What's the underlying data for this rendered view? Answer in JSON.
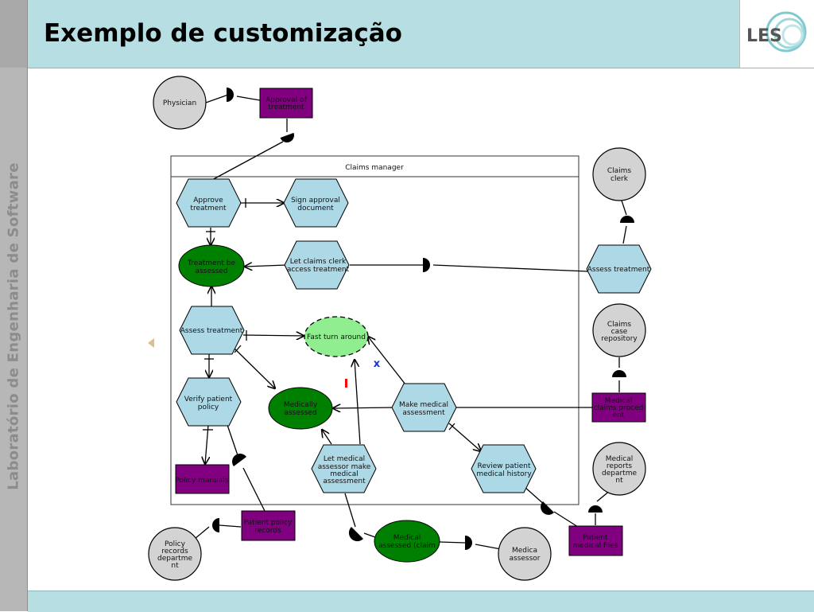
{
  "header": {
    "title": "Exemplo de customização"
  },
  "sidebar": {
    "text": "Laboratório de Engenharia de Software"
  },
  "logo": {
    "text": "LES"
  },
  "boundary": {
    "title": "Claims manager"
  },
  "nodes": {
    "physician": [
      "Physician"
    ],
    "approval_of_treatment": [
      "Approval of",
      "treatment"
    ],
    "claims_clerk": [
      "Claims",
      "clerk"
    ],
    "approve_treatment": [
      "Approve",
      "treatment"
    ],
    "sign_approval_document": [
      "Sign approval",
      "document"
    ],
    "treatment_be_assessed": [
      "Treatment be",
      "assessed"
    ],
    "let_claims_clerk_access": [
      "Let claims clerk",
      "access treatment"
    ],
    "assess_treatment_outside": [
      "Assess treatment"
    ],
    "assess_treatment_inside": [
      "Assess treatment"
    ],
    "fast_turn_around": [
      "Fast turn around"
    ],
    "claims_case_repository": [
      "Claims",
      "case",
      "repository"
    ],
    "verify_patient_policy": [
      "Verify patient",
      "policy"
    ],
    "medically_assessed": [
      "Medically",
      "assessed"
    ],
    "make_medical_assessment": [
      "Make medical",
      "assessment"
    ],
    "medical_claims_procedent": [
      "Medical",
      "claims proced",
      "ent"
    ],
    "policy_manuals": [
      "Policy manuals"
    ],
    "let_medical_assessor": [
      "Let medical",
      "assessor make",
      "medical",
      "assessment"
    ],
    "review_patient_history": [
      "Review patient",
      "medical history"
    ],
    "medical_reports_department": [
      "Medical",
      "reports",
      "departme",
      "nt"
    ],
    "patient_policy_records": [
      "Patient policy",
      "records"
    ],
    "policy_records_department": [
      "Policy",
      "records",
      "departme",
      "nt"
    ],
    "medical_assessed_claim": [
      "Medical",
      "assessed (claim"
    ],
    "medica_assessor": [
      "Medica",
      "assessor"
    ],
    "patient_medical_files": [
      "Patient",
      "medical files"
    ]
  },
  "annotations": {
    "hurt": "-",
    "break": "x"
  },
  "colors": {
    "header_bg": "#b7dfe3",
    "sidebar_bg": "#b7b7b7",
    "actor": "#d3d3d3",
    "task": "#add8e6",
    "goal": "#008000",
    "softgoal": "#90ee90",
    "resource": "#800080",
    "hurt_mark": "#ff0000",
    "break_mark": "#1a33cc"
  }
}
